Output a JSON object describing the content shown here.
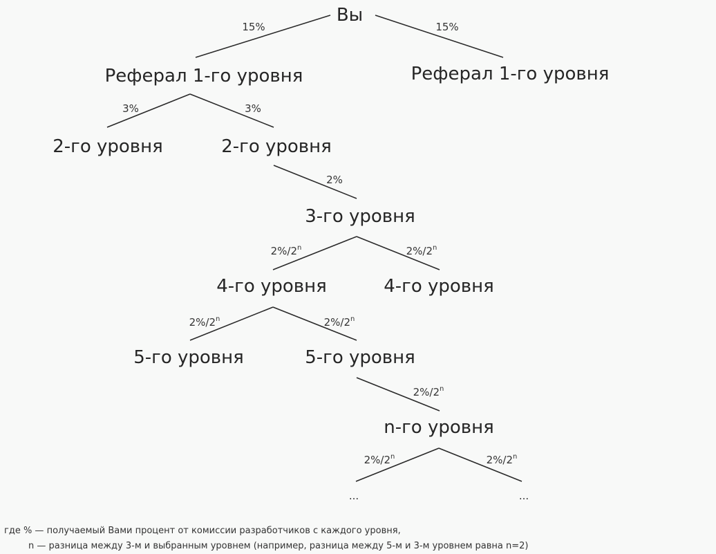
{
  "nodes": {
    "root": "Вы",
    "l1_left": "Реферал 1-го уровня",
    "l1_right": "Реферал 1-го уровня",
    "l2_left": "2-го уровня",
    "l2_right": "2-го уровня",
    "l3": "3-го уровня",
    "l4_left": "4-го уровня",
    "l4_right": "4-го уровня",
    "l5_left": "5-го уровня",
    "l5_right": "5-го уровня",
    "ln": "n-го уровня",
    "more_left": "...",
    "more_right": "..."
  },
  "edges": {
    "root_to_l1": "15%",
    "l1_to_l2": "3%",
    "l2_to_l3": "2%",
    "deep_base": "2%/2",
    "deep_exp": "n"
  },
  "legend": {
    "line1": "где % — получаемый Вами процент от комиссии разработчиков с каждого уровня,",
    "line2": "n — разница между 3-м и выбранным уровнем (например, разница между 5-м и 3-м уровнем равна n=2)"
  }
}
